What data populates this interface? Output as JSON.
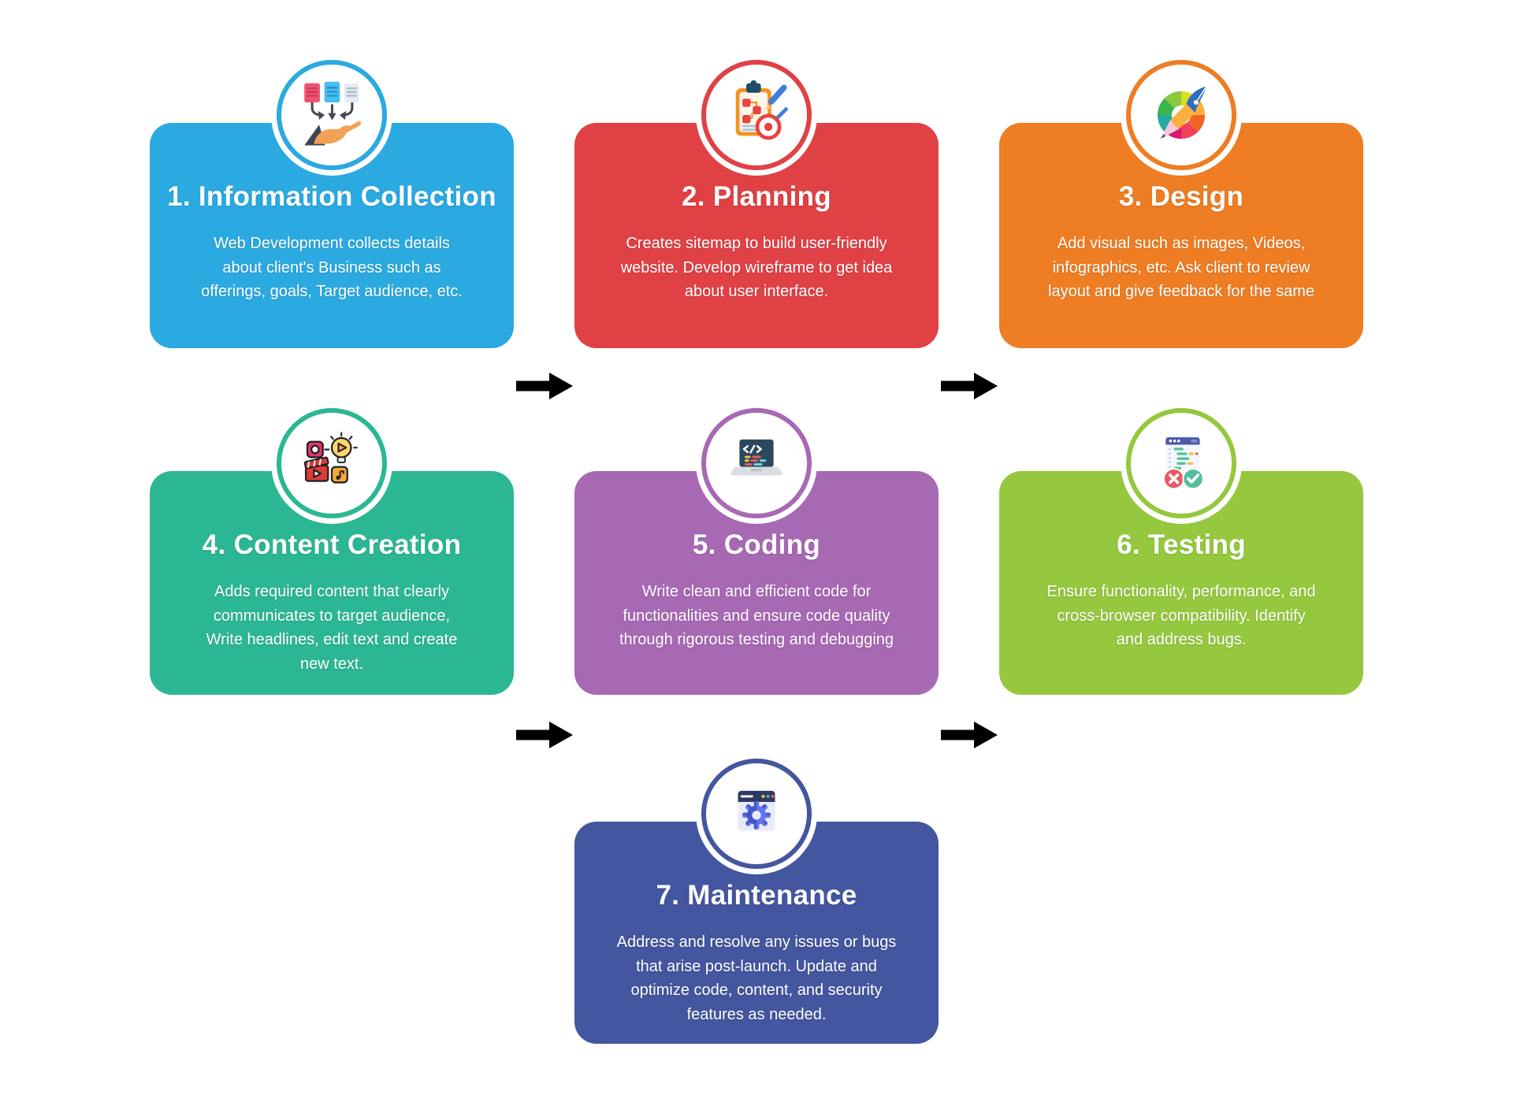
{
  "page": {
    "background": "#ffffff",
    "arrow_color": "#000000"
  },
  "cards": [
    {
      "id": "information-collection",
      "title": "1. Information Collection",
      "description_lines": [
        "Web Development collects details",
        "about client's Business such as",
        "offerings, goals, Target audience, etc."
      ],
      "color": "#2BA9E1",
      "icon": "documents-to-hand-icon"
    },
    {
      "id": "planning",
      "title": "2. Planning",
      "description_lines": [
        "Creates sitemap to build user-friendly",
        "website. Develop wireframe to get idea",
        "about user interface."
      ],
      "color": "#E04145",
      "icon": "clipboard-planning-icon"
    },
    {
      "id": "design",
      "title": "3. Design",
      "description_lines": [
        "Add visual such as images, Videos,",
        "infographics, etc. Ask client to review",
        "layout and give feedback for the same"
      ],
      "color": "#EE7D23",
      "icon": "design-tools-icon"
    },
    {
      "id": "content-creation",
      "title": "4. Content Creation",
      "description_lines": [
        "Adds required content that clearly",
        "communicates to target audience,",
        "Write headlines, edit text and create",
        "new text."
      ],
      "color": "#2CB794",
      "icon": "media-content-icon"
    },
    {
      "id": "coding",
      "title": "5. Coding",
      "description_lines": [
        "Write clean and efficient code for",
        "functionalities and ensure code quality",
        "through rigorous testing and debugging"
      ],
      "color": "#A869B4",
      "icon": "laptop-code-icon"
    },
    {
      "id": "testing",
      "title": "6. Testing",
      "description_lines": [
        "Ensure functionality, performance, and",
        "cross-browser compatibility. Identify",
        "and address bugs."
      ],
      "color": "#95C83E",
      "icon": "test-results-icon"
    },
    {
      "id": "maintenance",
      "title": "7. Maintenance",
      "description_lines": [
        "Address and resolve any issues or bugs",
        "that arise post-launch. Update and",
        "optimize code, content, and security",
        "features as needed."
      ],
      "color": "#44569F",
      "icon": "browser-gear-icon"
    }
  ]
}
